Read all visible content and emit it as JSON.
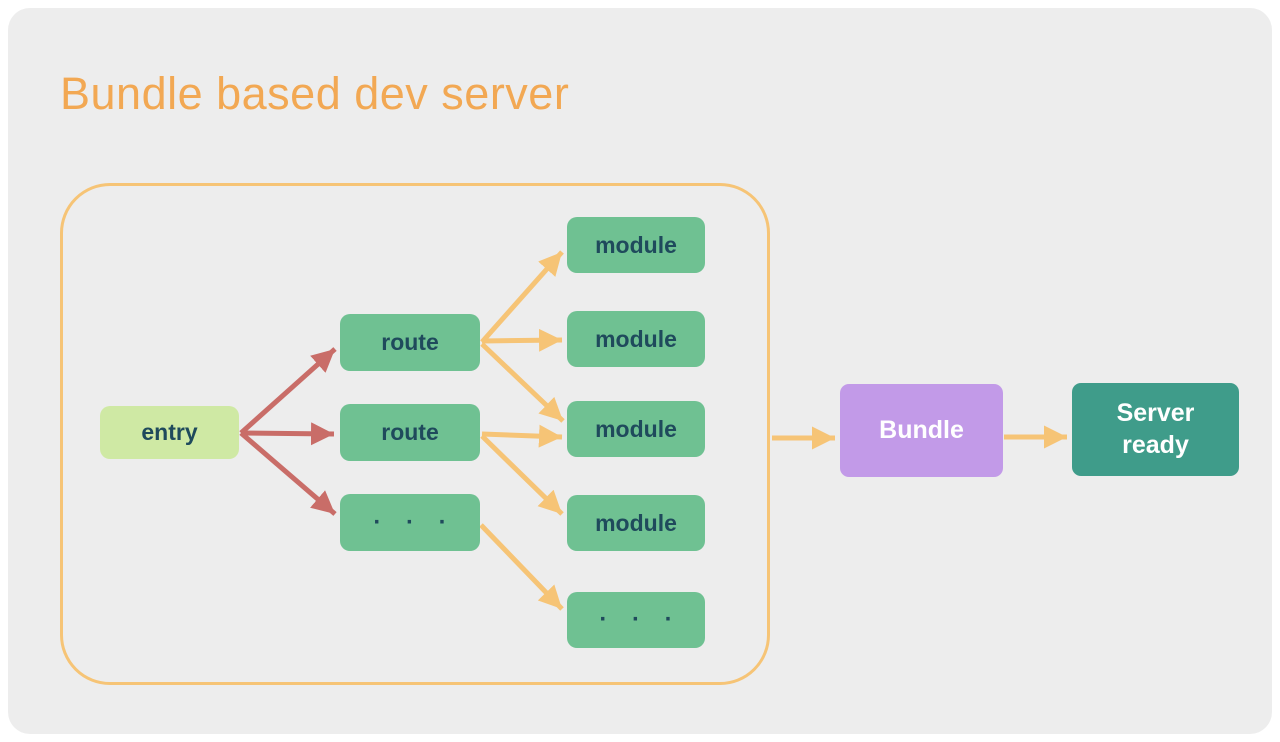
{
  "title": "Bundle based dev server",
  "colors": {
    "page_background": "#ffffff",
    "panel_background": "#ededed",
    "title_text": "#f2a853",
    "container_border": "#f6c476",
    "entry_fill": "#cfe9a4",
    "node_fill": "#6fc192",
    "node_text": "#1f4a5c",
    "bundle_fill": "#c29ae8",
    "server_fill": "#3f9c8a",
    "light_text": "#ffffff",
    "arrow_red": "#c96d68",
    "arrow_yellow": "#f6c476"
  },
  "nodes": {
    "entry": {
      "label": "entry"
    },
    "route1": {
      "label": "route"
    },
    "route2": {
      "label": "route"
    },
    "routeDots": {
      "label": "· · ·"
    },
    "module1": {
      "label": "module"
    },
    "module2": {
      "label": "module"
    },
    "module3": {
      "label": "module"
    },
    "module4": {
      "label": "module"
    },
    "moduleDots": {
      "label": "· · ·"
    },
    "bundle": {
      "label": "Bundle"
    },
    "server": {
      "label": "Server ready"
    }
  },
  "edges": [
    {
      "from": "entry",
      "to": "route1",
      "color": "red"
    },
    {
      "from": "entry",
      "to": "route2",
      "color": "red"
    },
    {
      "from": "entry",
      "to": "routeDots",
      "color": "red"
    },
    {
      "from": "route1",
      "to": "module1",
      "color": "yellow"
    },
    {
      "from": "route1",
      "to": "module2",
      "color": "yellow"
    },
    {
      "from": "route1",
      "to": "module3",
      "color": "yellow"
    },
    {
      "from": "route2",
      "to": "module3",
      "color": "yellow"
    },
    {
      "from": "route2",
      "to": "module4",
      "color": "yellow"
    },
    {
      "from": "routeDots",
      "to": "moduleDots",
      "color": "yellow"
    },
    {
      "from": "graph-container",
      "to": "bundle",
      "color": "yellow"
    },
    {
      "from": "bundle",
      "to": "server",
      "color": "yellow"
    }
  ]
}
